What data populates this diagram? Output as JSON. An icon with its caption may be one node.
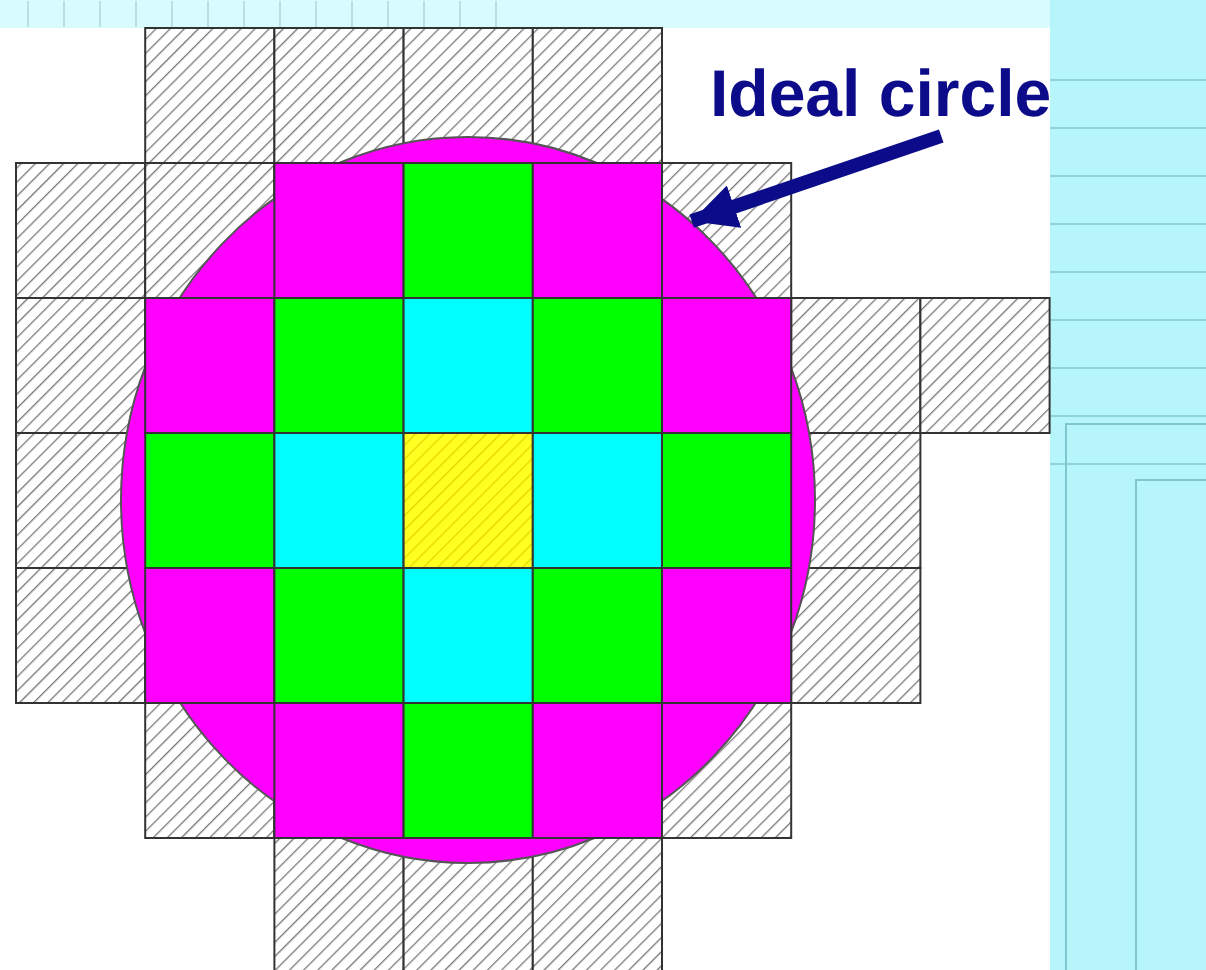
{
  "diagram": {
    "nodes": [
      {
        "text": [
          "Ideal circle"
        ]
      },
      {
        "text": [],
        "shape": "circle"
      }
    ],
    "edges": [
      {
        "from": 0,
        "to": 1,
        "arrow": "to"
      }
    ]
  }
}
